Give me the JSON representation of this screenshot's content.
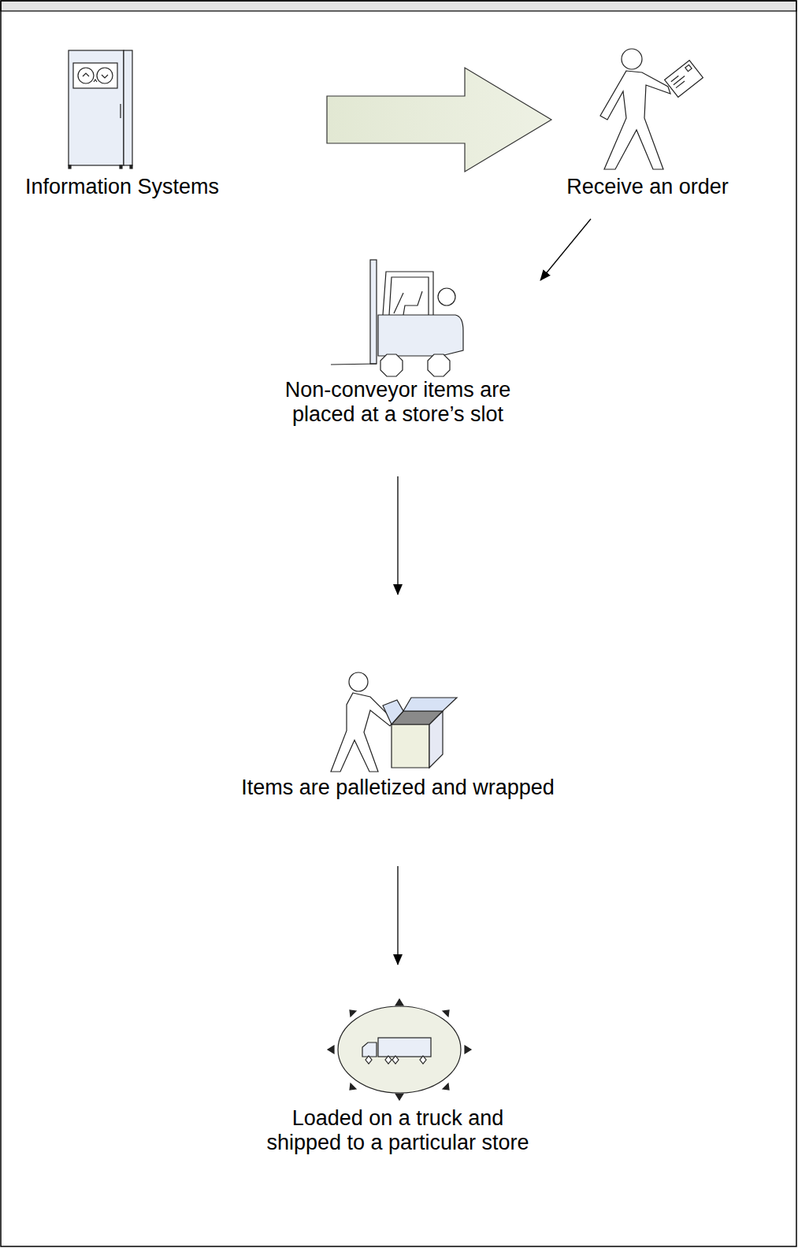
{
  "diagram": {
    "nodes": [
      {
        "text": [
          "Information Systems"
        ]
      },
      {
        "text": [
          "Receive an order"
        ]
      },
      {
        "text": [
          "Non-conveyor items are placed at a store’s slot"
        ]
      },
      {
        "text": [
          "Items are palletized and wrapped"
        ]
      },
      {
        "text": [
          "Loaded on a truck and shipped to a particular store"
        ]
      }
    ],
    "edges": [
      {
        "from": 0,
        "to": 1,
        "arrow": "to"
      },
      {
        "from": 1,
        "to": 2,
        "arrow": "to"
      },
      {
        "from": 2,
        "to": 3,
        "arrow": "to"
      },
      {
        "from": 3,
        "to": 4,
        "arrow": "to"
      }
    ]
  }
}
